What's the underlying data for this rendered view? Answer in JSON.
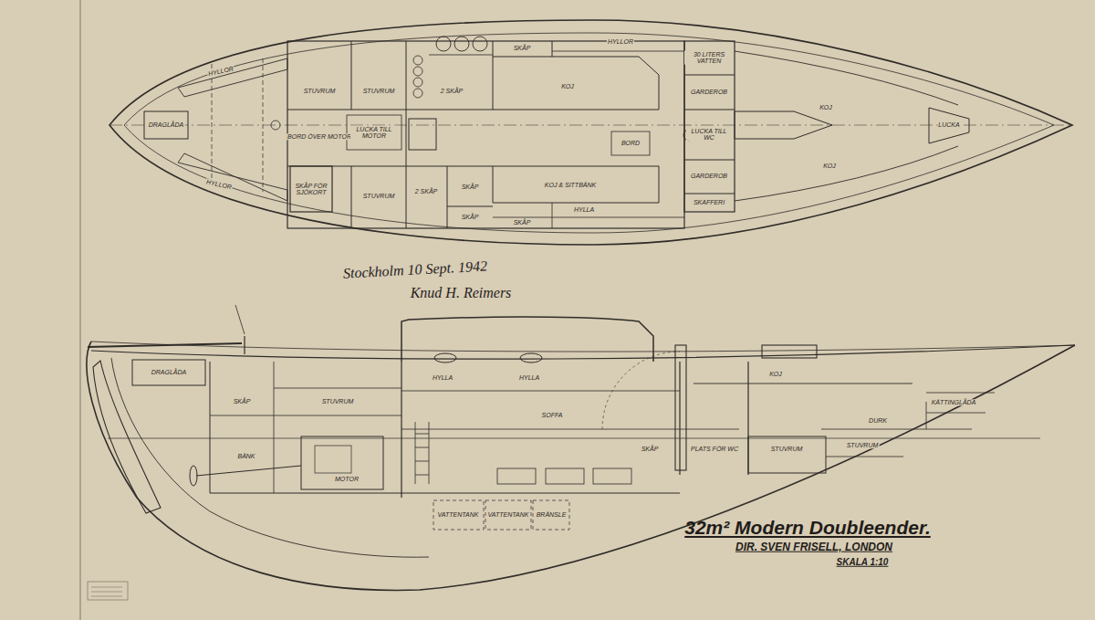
{
  "diagram": {
    "title": "32m² Modern Doubleender.",
    "labels": [
      "HYLLOR",
      "HYLLOR",
      "DRAGLÅDA",
      "STUVRUM",
      "STUVRUM",
      "STUVRUM",
      "SKÅP FÖR SJÖKORT",
      "BORD ÖVER MOTOR",
      "LUCKA TILL MOTOR",
      "2 SKÅP",
      "SKÅP",
      "HYLLOR",
      "KOJ",
      "BORD",
      "KOJ & SITTBÄNK",
      "2 SKÅP",
      "SKÅP",
      "SKÅP",
      "SKÅP",
      "HYLLA",
      "30 LITERS VATTEN",
      "GARDEROB",
      "LUCKA TILL WC",
      "GARDEROB",
      "SKAFFERI",
      "KOJ",
      "KOJ",
      "LUCKA",
      "Stockholm 10 Sept. 1942",
      "Knud H. Reimers",
      "DRAGLÅDA",
      "SKÅP",
      "BÄNK",
      "MOTOR",
      "STUVRUM",
      "HYLLA",
      "HYLLA",
      "SOFFA",
      "VATTENTANK",
      "VATTENTANK",
      "BRÄNSLE",
      "SKÅP",
      "PLATS FÖR WC",
      "KOJ",
      "STUVRUM",
      "STUVRUM",
      "DURK",
      "KÄTTINGLÅDA",
      "DIR. SVEN FRISELL, LONDON",
      "SKALA 1:10"
    ]
  }
}
